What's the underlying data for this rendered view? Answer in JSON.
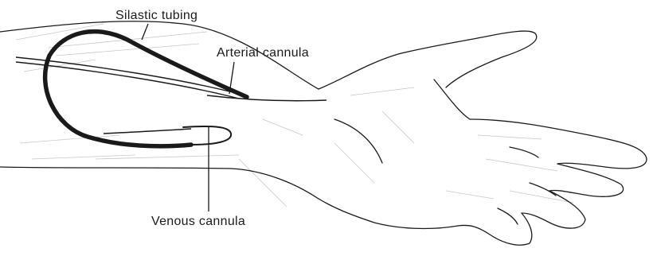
{
  "labels": {
    "silastic_tubing": "Silastic tubing",
    "arterial_cannula": "Arterial cannula",
    "venous_cannula": "Venous cannula"
  },
  "colors": {
    "line": "#1a1a1a",
    "shading": "#9a9a9a",
    "background": "#ffffff"
  }
}
